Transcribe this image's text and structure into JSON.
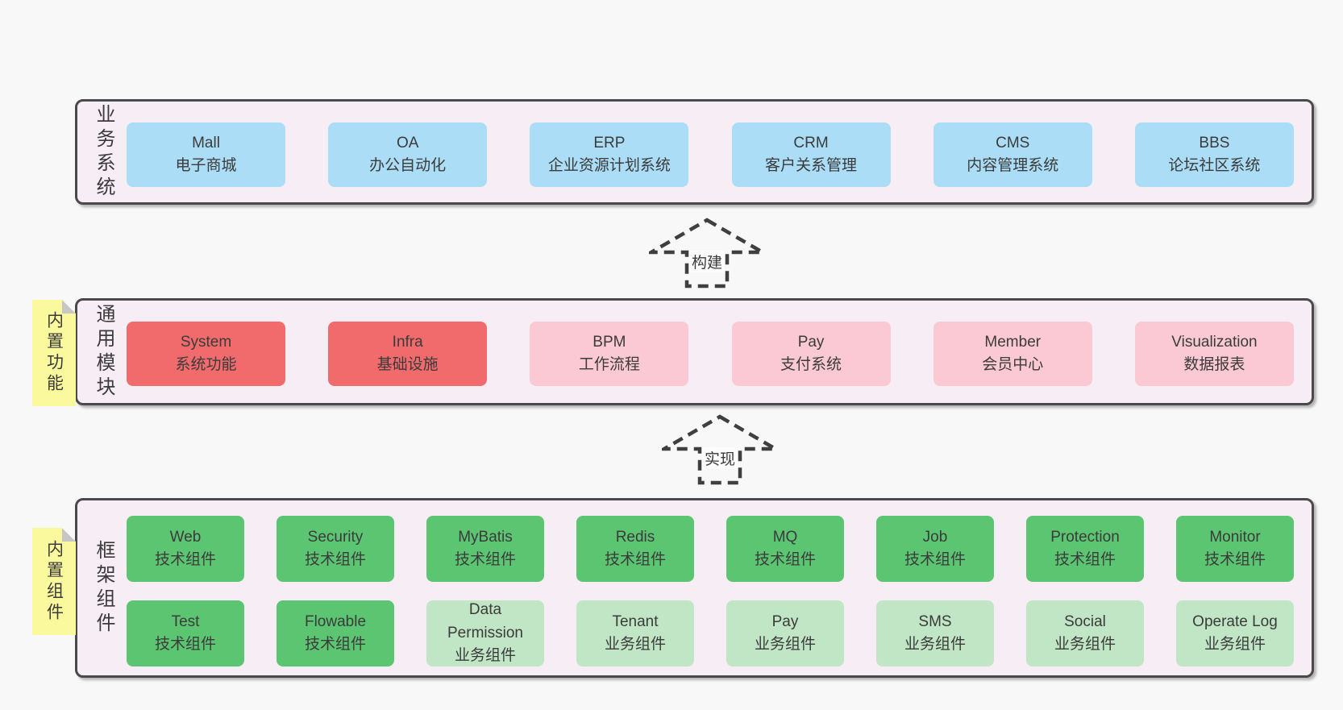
{
  "colors": {
    "page_bg": "#f8f8f8",
    "container_bg": "#f7edf5",
    "border": "#4a4a4a",
    "business_box": "#abddf6",
    "module_solid": "#f16b6d",
    "module_light": "#fbc9d3",
    "component_solid": "#5cc572",
    "component_light": "#c0e6c5",
    "sticky_note": "#faf99d",
    "text": "#3b3b3b"
  },
  "business_layer": {
    "label": "业务系统",
    "boxes": [
      {
        "name": "Mall",
        "desc": "电子商城"
      },
      {
        "name": "OA",
        "desc": "办公自动化"
      },
      {
        "name": "ERP",
        "desc": "企业资源计划系统"
      },
      {
        "name": "CRM",
        "desc": "客户关系管理"
      },
      {
        "name": "CMS",
        "desc": "内容管理系统"
      },
      {
        "name": "BBS",
        "desc": "论坛社区系统"
      }
    ]
  },
  "build_arrow": {
    "label": "构建"
  },
  "module_layer": {
    "sticky": "内置功能",
    "label": "通用模块",
    "boxes": [
      {
        "name": "System",
        "desc": "系统功能",
        "variant": "solid"
      },
      {
        "name": "Infra",
        "desc": "基础设施",
        "variant": "solid"
      },
      {
        "name": "BPM",
        "desc": "工作流程",
        "variant": "light"
      },
      {
        "name": "Pay",
        "desc": "支付系统",
        "variant": "light"
      },
      {
        "name": "Member",
        "desc": "会员中心",
        "variant": "light"
      },
      {
        "name": "Visualization",
        "desc": "数据报表",
        "variant": "light"
      }
    ]
  },
  "implement_arrow": {
    "label": "实现"
  },
  "component_layer": {
    "sticky": "内置组件",
    "label": "框架组件",
    "row1": [
      {
        "name": "Web",
        "desc": "技术组件",
        "variant": "solid"
      },
      {
        "name": "Security",
        "desc": "技术组件",
        "variant": "solid"
      },
      {
        "name": "MyBatis",
        "desc": "技术组件",
        "variant": "solid"
      },
      {
        "name": "Redis",
        "desc": "技术组件",
        "variant": "solid"
      },
      {
        "name": "MQ",
        "desc": "技术组件",
        "variant": "solid"
      },
      {
        "name": "Job",
        "desc": "技术组件",
        "variant": "solid"
      },
      {
        "name": "Protection",
        "desc": "技术组件",
        "variant": "solid"
      },
      {
        "name": "Monitor",
        "desc": "技术组件",
        "variant": "solid"
      }
    ],
    "row2": [
      {
        "name": "Test",
        "desc": "技术组件",
        "variant": "solid"
      },
      {
        "name": "Flowable",
        "desc": "技术组件",
        "variant": "solid"
      },
      {
        "name": "Data Permission",
        "desc": "业务组件",
        "variant": "light"
      },
      {
        "name": "Tenant",
        "desc": "业务组件",
        "variant": "light"
      },
      {
        "name": "Pay",
        "desc": "业务组件",
        "variant": "light"
      },
      {
        "name": "SMS",
        "desc": "业务组件",
        "variant": "light"
      },
      {
        "name": "Social",
        "desc": "业务组件",
        "variant": "light"
      },
      {
        "name": "Operate Log",
        "desc": "业务组件",
        "variant": "light"
      }
    ]
  }
}
